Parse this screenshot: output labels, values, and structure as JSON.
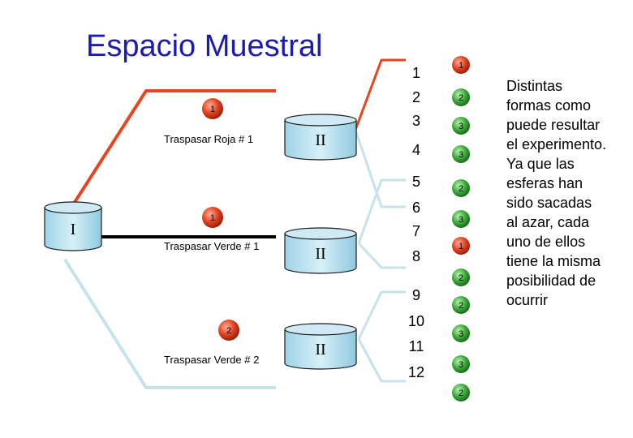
{
  "title": "Espacio Muestral",
  "description_lines": [
    "Distintas",
    "formas como",
    "puede resultar",
    "el experimento.",
    "Ya que las",
    "esferas han",
    "sido sacadas",
    "al azar, cada",
    "uno de ellos",
    "tiene la misma",
    "posibilidad de",
    "ocurrir"
  ],
  "root_label": "I",
  "branches": [
    {
      "ball": "1",
      "label": "Traspasar Roja # 1",
      "ball_color": "#d9381e",
      "urn_label": "II"
    },
    {
      "ball": "1",
      "label": "Traspasar Verde # 1",
      "ball_color": "#d9381e",
      "urn_label": "II"
    },
    {
      "ball": "2",
      "label": "Traspasar Verde # 2",
      "ball_color": "#d9381e",
      "urn_label": "II"
    }
  ],
  "outcome_numbers": [
    "1",
    "2",
    "3",
    "4",
    "5",
    "6",
    "7",
    "8",
    "9",
    "10",
    "11",
    "12"
  ],
  "right_balls": [
    "1",
    "2",
    "3",
    "3",
    "2",
    "3",
    "1",
    "2",
    "2",
    "3",
    "3",
    "2"
  ],
  "colors": {
    "title": "#1b1bb0",
    "ball_red": "#d9381e",
    "ball_green": "#2e9a2e",
    "line_red": "#e8451f",
    "line_light": "#c6e3ec",
    "line_black": "#000000",
    "urn_fill": "#bfe3f0"
  }
}
